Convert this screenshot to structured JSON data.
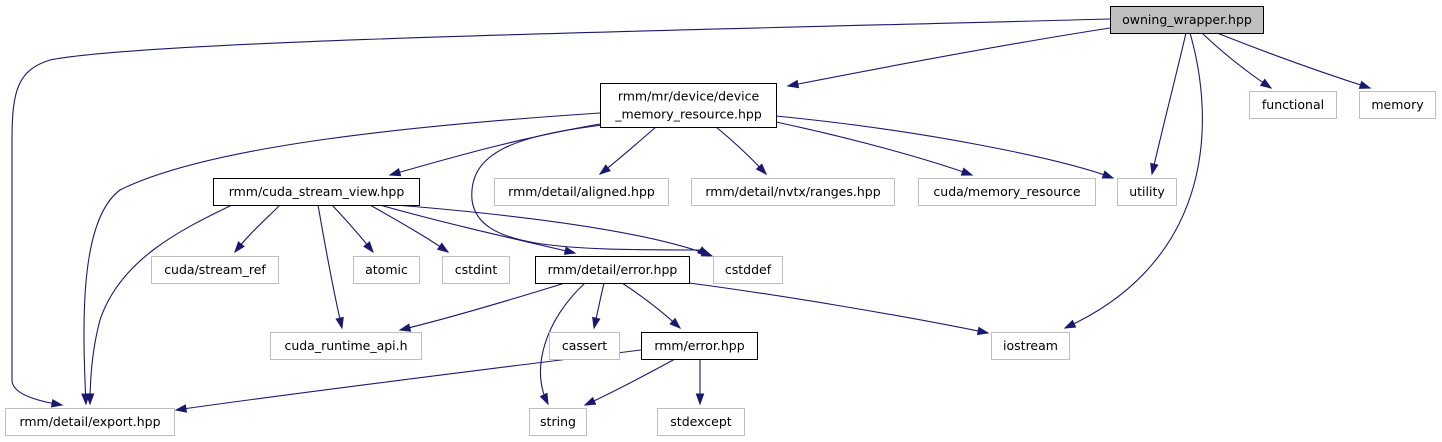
{
  "diagram": {
    "type": "include-dependency-graph",
    "root": "owning_wrapper",
    "colors": {
      "edge": "#191970",
      "root_fill": "#bfbfbf",
      "root_border": "#000000",
      "documented_border": "#000000",
      "external_border": "#bfbfbf",
      "text": "#000000",
      "background": "#ffffff"
    },
    "nodes": [
      {
        "id": "owning_wrapper",
        "lines": [
          "owning_wrapper.hpp"
        ],
        "style": "root"
      },
      {
        "id": "device_memory_resource",
        "lines": [
          "rmm/mr/device/device",
          "_memory_resource.hpp"
        ],
        "style": "documented"
      },
      {
        "id": "functional",
        "lines": [
          "functional"
        ],
        "style": "external"
      },
      {
        "id": "memory",
        "lines": [
          "memory"
        ],
        "style": "external"
      },
      {
        "id": "cuda_stream_view",
        "lines": [
          "rmm/cuda_stream_view.hpp"
        ],
        "style": "documented"
      },
      {
        "id": "aligned",
        "lines": [
          "rmm/detail/aligned.hpp"
        ],
        "style": "external"
      },
      {
        "id": "nvtx_ranges",
        "lines": [
          "rmm/detail/nvtx/ranges.hpp"
        ],
        "style": "external"
      },
      {
        "id": "cuda_memory_resource",
        "lines": [
          "cuda/memory_resource"
        ],
        "style": "external"
      },
      {
        "id": "utility",
        "lines": [
          "utility"
        ],
        "style": "external"
      },
      {
        "id": "stream_ref",
        "lines": [
          "cuda/stream_ref"
        ],
        "style": "external"
      },
      {
        "id": "atomic",
        "lines": [
          "atomic"
        ],
        "style": "external"
      },
      {
        "id": "cstdint",
        "lines": [
          "cstdint"
        ],
        "style": "external"
      },
      {
        "id": "error_detail",
        "lines": [
          "rmm/detail/error.hpp"
        ],
        "style": "documented"
      },
      {
        "id": "cstddef",
        "lines": [
          "cstddef"
        ],
        "style": "external"
      },
      {
        "id": "cuda_runtime_api",
        "lines": [
          "cuda_runtime_api.h"
        ],
        "style": "external"
      },
      {
        "id": "cassert",
        "lines": [
          "cassert"
        ],
        "style": "external"
      },
      {
        "id": "rmm_error",
        "lines": [
          "rmm/error.hpp"
        ],
        "style": "documented"
      },
      {
        "id": "iostream",
        "lines": [
          "iostream"
        ],
        "style": "external"
      },
      {
        "id": "export",
        "lines": [
          "rmm/detail/export.hpp"
        ],
        "style": "external"
      },
      {
        "id": "string",
        "lines": [
          "string"
        ],
        "style": "external"
      },
      {
        "id": "stdexcept",
        "lines": [
          "stdexcept"
        ],
        "style": "external"
      }
    ],
    "edges": [
      {
        "from": "owning_wrapper",
        "to": "export"
      },
      {
        "from": "owning_wrapper",
        "to": "device_memory_resource"
      },
      {
        "from": "owning_wrapper",
        "to": "functional"
      },
      {
        "from": "owning_wrapper",
        "to": "memory"
      },
      {
        "from": "owning_wrapper",
        "to": "utility"
      },
      {
        "from": "owning_wrapper",
        "to": "iostream"
      },
      {
        "from": "device_memory_resource",
        "to": "export"
      },
      {
        "from": "device_memory_resource",
        "to": "cuda_stream_view"
      },
      {
        "from": "device_memory_resource",
        "to": "aligned"
      },
      {
        "from": "device_memory_resource",
        "to": "nvtx_ranges"
      },
      {
        "from": "device_memory_resource",
        "to": "cuda_memory_resource"
      },
      {
        "from": "device_memory_resource",
        "to": "utility"
      },
      {
        "from": "device_memory_resource",
        "to": "cstddef"
      },
      {
        "from": "cuda_stream_view",
        "to": "stream_ref"
      },
      {
        "from": "cuda_stream_view",
        "to": "cuda_runtime_api"
      },
      {
        "from": "cuda_stream_view",
        "to": "atomic"
      },
      {
        "from": "cuda_stream_view",
        "to": "cstdint"
      },
      {
        "from": "cuda_stream_view",
        "to": "error_detail"
      },
      {
        "from": "cuda_stream_view",
        "to": "cstddef"
      },
      {
        "from": "cuda_stream_view",
        "to": "export"
      },
      {
        "from": "error_detail",
        "to": "cuda_runtime_api"
      },
      {
        "from": "error_detail",
        "to": "string"
      },
      {
        "from": "error_detail",
        "to": "cassert"
      },
      {
        "from": "error_detail",
        "to": "rmm_error"
      },
      {
        "from": "error_detail",
        "to": "iostream"
      },
      {
        "from": "rmm_error",
        "to": "export"
      },
      {
        "from": "rmm_error",
        "to": "string"
      },
      {
        "from": "rmm_error",
        "to": "stdexcept"
      }
    ]
  }
}
